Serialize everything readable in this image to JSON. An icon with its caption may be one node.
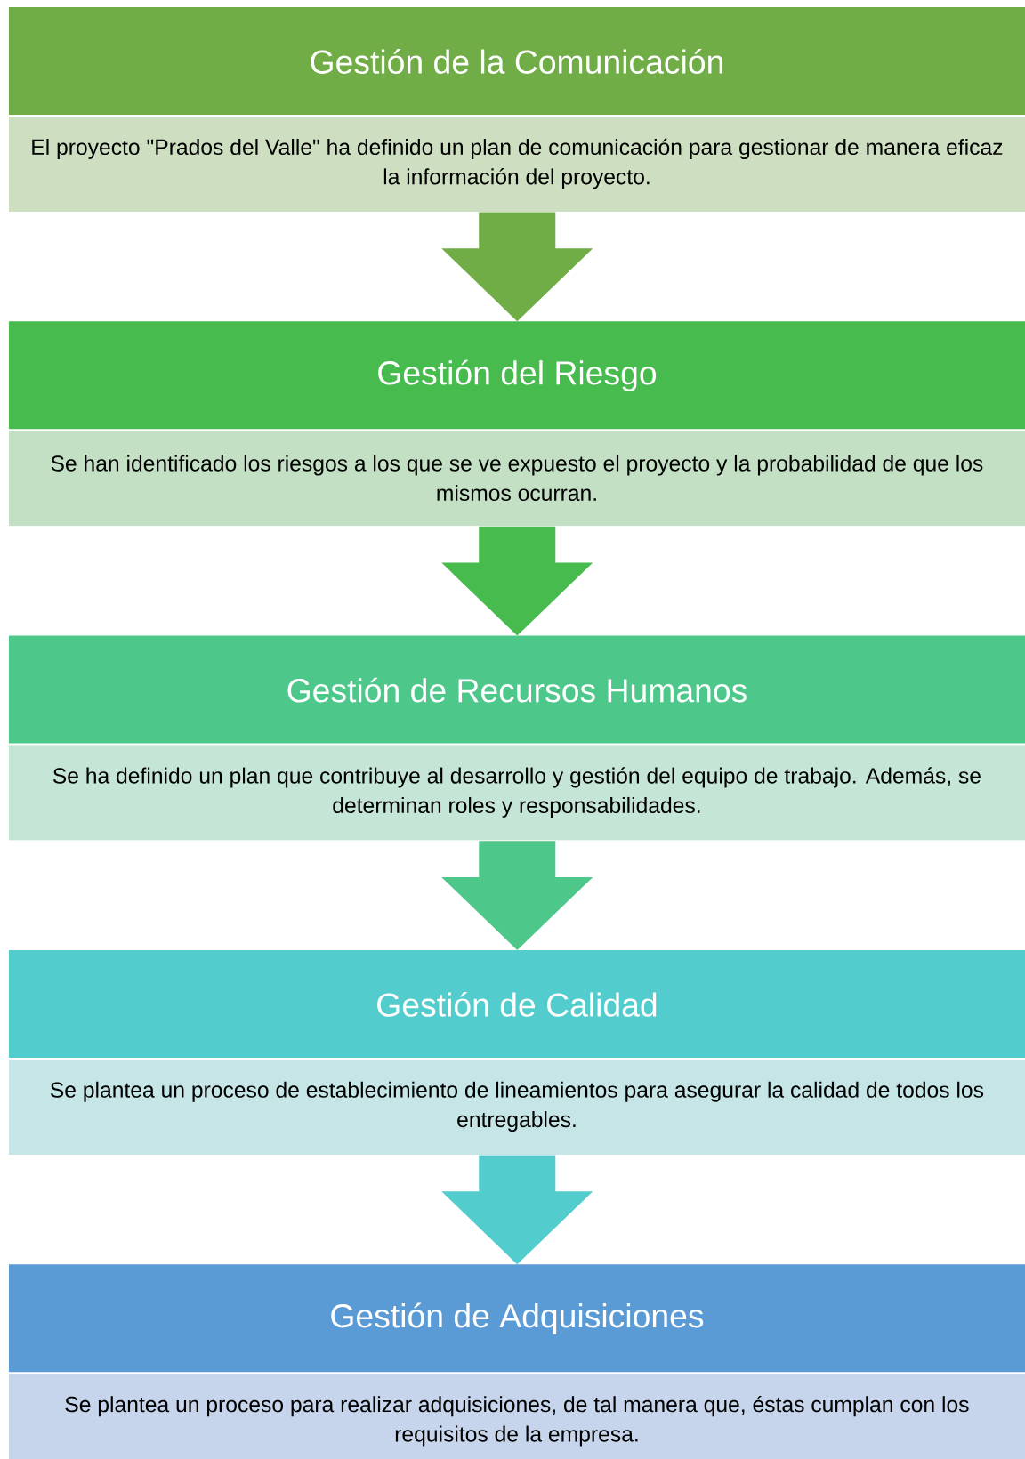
{
  "diagram": {
    "nodes": [
      {
        "text": [
          "Gestión de la Comunicación",
          "El proyecto \"Prados del Valle\" ha definido un plan de comunicación para gestionar de manera eficaz la información del proyecto."
        ]
      },
      {
        "text": [
          "Gestión del Riesgo",
          "Se han identificado los riesgos a los que se ve expuesto el proyecto y la probabilidad de que los mismos ocurran."
        ]
      },
      {
        "text": [
          "Gestión de Recursos Humanos",
          "Se ha definido un plan que contribuye al desarrollo y gestión del equipo de trabajo. Además, se determinan roles y responsabilidades."
        ]
      },
      {
        "text": [
          "Gestión de Calidad",
          "Se plantea un proceso de establecimiento de lineamientos para asegurar la calidad de todos los entregables."
        ]
      },
      {
        "text": [
          "Gestión de Adquisiciones",
          "Se plantea un proceso para realizar adquisiciones, de tal manera que, éstas cumplan con los requisitos de la empresa."
        ]
      }
    ],
    "edges": [
      {
        "from": 0,
        "to": 1,
        "arrow": "to",
        "color": "#70ad47"
      },
      {
        "from": 1,
        "to": 2,
        "arrow": "to",
        "color": "#47bb4e"
      },
      {
        "from": 2,
        "to": 3,
        "arrow": "to",
        "color": "#4ec78b"
      },
      {
        "from": 3,
        "to": 4,
        "arrow": "to",
        "color": "#52cccc"
      }
    ]
  }
}
